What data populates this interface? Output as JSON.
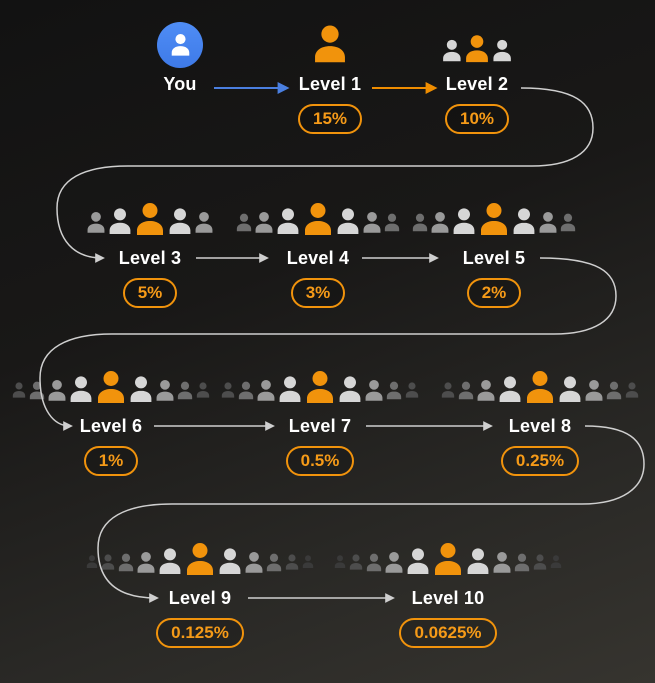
{
  "levels": [
    {
      "id": "you",
      "label": "You",
      "percent": ""
    },
    {
      "id": "level-1",
      "label": "Level 1",
      "percent": "15%"
    },
    {
      "id": "level-2",
      "label": "Level 2",
      "percent": "10%"
    },
    {
      "id": "level-3",
      "label": "Level 3",
      "percent": "5%"
    },
    {
      "id": "level-4",
      "label": "Level 4",
      "percent": "3%"
    },
    {
      "id": "level-5",
      "label": "Level 5",
      "percent": "2%"
    },
    {
      "id": "level-6",
      "label": "Level 6",
      "percent": "1%"
    },
    {
      "id": "level-7",
      "label": "Level 7",
      "percent": "0.5%"
    },
    {
      "id": "level-8",
      "label": "Level 8",
      "percent": "0.25%"
    },
    {
      "id": "level-9",
      "label": "Level 9",
      "percent": "0.125%"
    },
    {
      "id": "level-10",
      "label": "Level 10",
      "percent": "0.0625%"
    }
  ],
  "colors": {
    "accent_orange": "#f1930c",
    "accent_blue": "#4a7fe0",
    "label_text": "#ffffff",
    "connector": "#cfcfcf",
    "background_top": "#121212",
    "background_bottom": "#36342f"
  },
  "icons": {
    "you": "user-avatar-icon",
    "single_member": "person-icon",
    "group": "crowd-icon"
  }
}
